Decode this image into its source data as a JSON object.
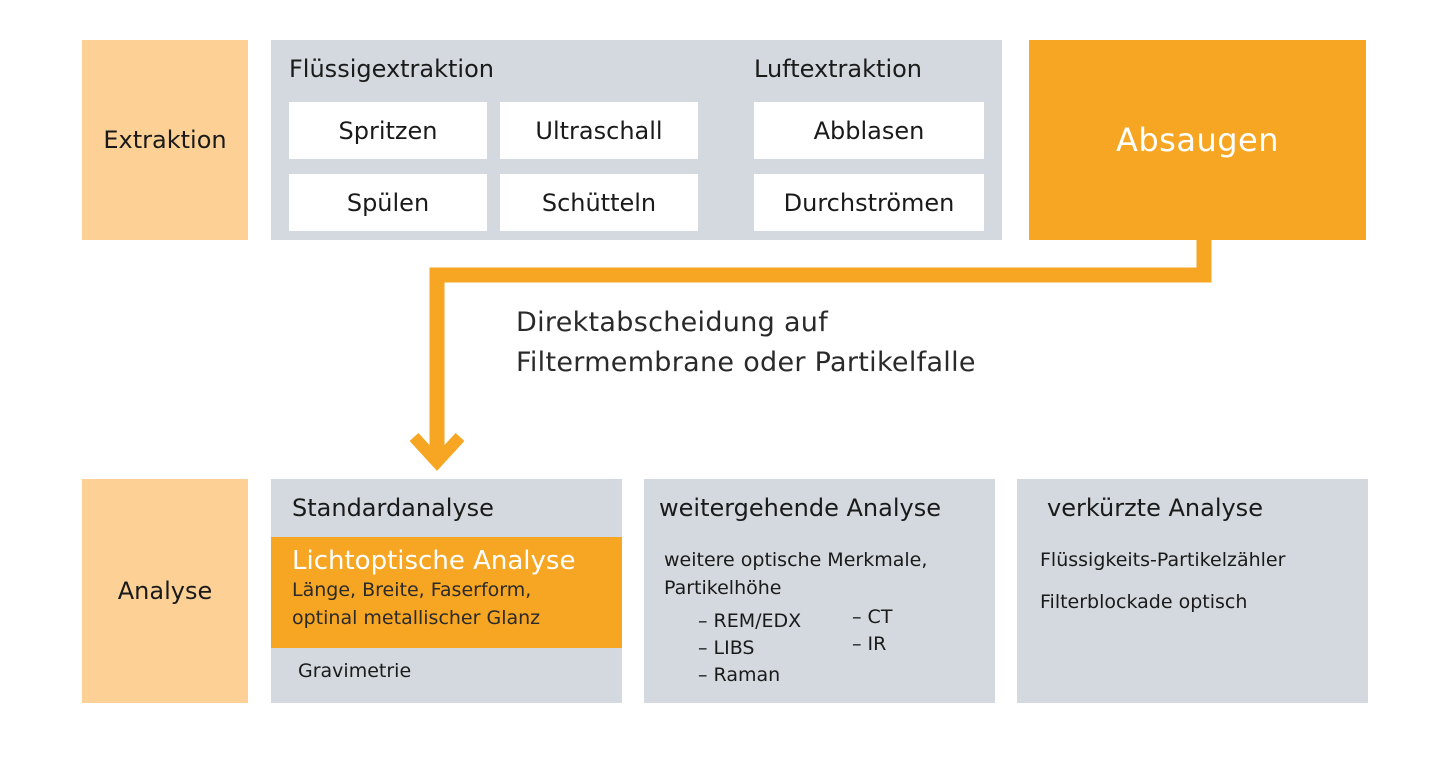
{
  "extraction": {
    "row_label": "Extraktion",
    "fluid": {
      "title": "Flüssigextraktion",
      "methods": [
        "Spritzen",
        "Ultraschall",
        "Spülen",
        "Schütteln"
      ]
    },
    "air": {
      "title": "Luftextraktion",
      "methods": [
        "Abblasen",
        "Durchströmen"
      ]
    },
    "suction": "Absaugen"
  },
  "flow": {
    "caption_line1": "Direktabscheidung auf",
    "caption_line2": "Filtermembrane oder Partikelfalle"
  },
  "analysis": {
    "row_label": "Analyse",
    "standard": {
      "title": "Standardanalyse",
      "light_optical_title": "Lichtoptische Analyse",
      "light_optical_line1": "Länge, Breite, Faserform,",
      "light_optical_line2": "optinal metallischer Glanz",
      "gravimetry": "Gravimetrie"
    },
    "extended": {
      "title": "weitergehende Analyse",
      "line1": "weitere optische Merkmale,",
      "line2": "Partikelhöhe",
      "methods_col1": [
        "REM/EDX",
        "LIBS",
        "Raman"
      ],
      "methods_col2": [
        "CT",
        "IR"
      ]
    },
    "shortened": {
      "title": "verkürzte Analyse",
      "items": [
        "Flüssigkeits-Partikelzähler",
        "Filterblockade optisch"
      ]
    }
  },
  "colors": {
    "orange": "#f6a623",
    "peach": "#fdd196",
    "grey": "#d3d9de"
  }
}
